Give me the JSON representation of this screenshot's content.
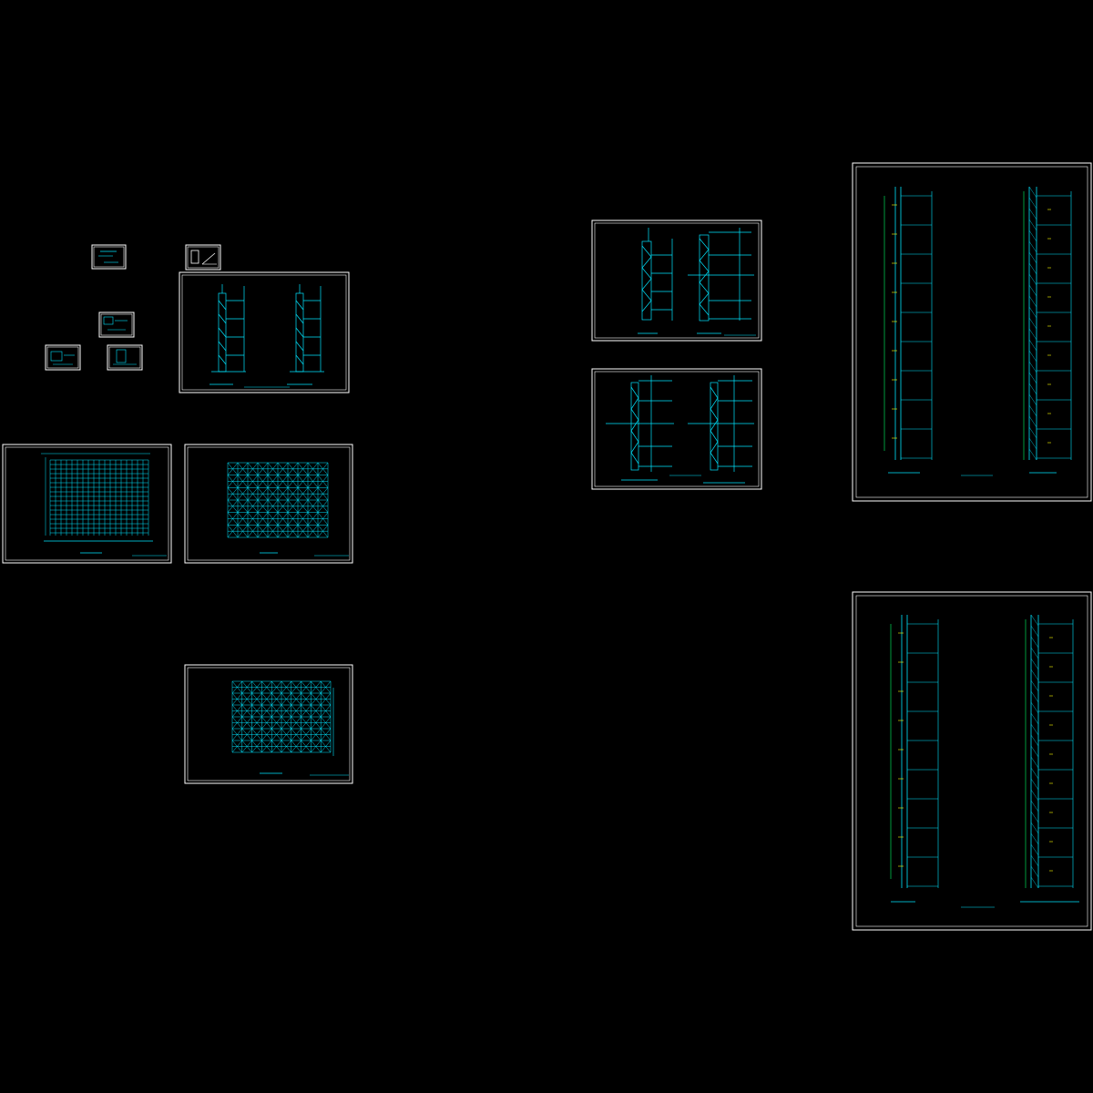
{
  "viewport": {
    "background": "#000000",
    "line_color": "#00e5ff",
    "frame_color": "#ffffff",
    "accent_color": "#00ff66",
    "note_color": "#ffff00"
  },
  "sheets": [
    {
      "name": "detail-thumb-1",
      "title": ""
    },
    {
      "name": "detail-thumb-2",
      "title": ""
    },
    {
      "name": "detail-thumb-3",
      "title": ""
    },
    {
      "name": "detail-thumb-4",
      "title": ""
    },
    {
      "name": "detail-thumb-5",
      "title": ""
    },
    {
      "name": "section-sheet-top",
      "title": ""
    },
    {
      "name": "elevation-grid-sheet",
      "title": ""
    },
    {
      "name": "elevation-braced-sheet",
      "title": ""
    },
    {
      "name": "elevation-braced-sheet-lower",
      "title": ""
    },
    {
      "name": "wall-section-sheet-a",
      "title": ""
    },
    {
      "name": "wall-section-sheet-b",
      "title": ""
    },
    {
      "name": "tall-section-sheet-upper",
      "title": ""
    },
    {
      "name": "tall-section-sheet-lower",
      "title": ""
    }
  ]
}
